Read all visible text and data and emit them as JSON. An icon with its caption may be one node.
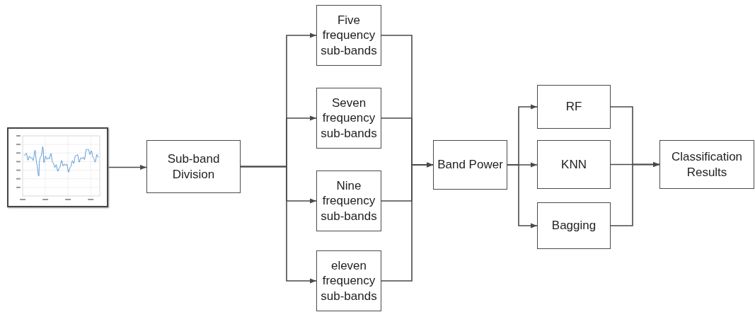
{
  "diagram": {
    "nodes": [
      {
        "text": [],
        "shape": "picture"
      },
      {
        "text": [
          "Sub-band Division"
        ]
      },
      {
        "text": [
          "Five frequency sub-bands"
        ]
      },
      {
        "text": [
          "Seven frequency sub-bands"
        ]
      },
      {
        "text": [
          "Nine frequency sub-bands"
        ]
      },
      {
        "text": [
          "eleven frequency sub-bands"
        ]
      },
      {
        "text": [
          "Band Power"
        ]
      },
      {
        "text": [
          "RF"
        ]
      },
      {
        "text": [
          "KNN"
        ]
      },
      {
        "text": [
          "Bagging"
        ]
      },
      {
        "text": [
          "Classification Results"
        ]
      }
    ],
    "edges": [
      {
        "from": 0,
        "to": 1,
        "arrow": "to"
      },
      {
        "from": 1,
        "to": 2,
        "arrow": "to"
      },
      {
        "from": 1,
        "to": 3,
        "arrow": "to"
      },
      {
        "from": 1,
        "to": 4,
        "arrow": "to"
      },
      {
        "from": 1,
        "to": 5,
        "arrow": "to"
      },
      {
        "from": 2,
        "to": 6,
        "arrow": "to"
      },
      {
        "from": 3,
        "to": 6,
        "arrow": "to"
      },
      {
        "from": 4,
        "to": 6,
        "arrow": "to"
      },
      {
        "from": 5,
        "to": 6,
        "arrow": "to"
      },
      {
        "from": 6,
        "to": 7,
        "arrow": "to"
      },
      {
        "from": 6,
        "to": 8,
        "arrow": "to"
      },
      {
        "from": 6,
        "to": 9,
        "arrow": "to"
      },
      {
        "from": 7,
        "to": 10,
        "arrow": "to"
      },
      {
        "from": 8,
        "to": 10,
        "arrow": "to"
      },
      {
        "from": 9,
        "to": 10,
        "arrow": "to"
      }
    ]
  }
}
